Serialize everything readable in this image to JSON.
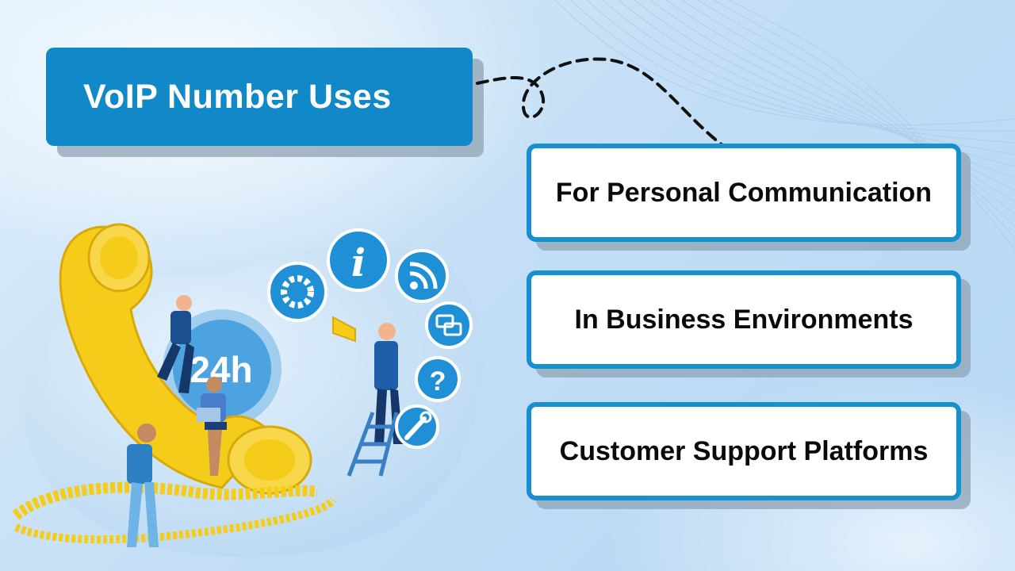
{
  "title": "VoIP Number Uses",
  "uses": [
    "For Personal Communication",
    "In Business Environments",
    "Customer Support Platforms"
  ],
  "illustration": {
    "badge_text": "24h",
    "info_glyph": "i",
    "help_glyph": "?",
    "icons": [
      "gear-icon",
      "info-icon",
      "wifi-icon",
      "chat-icon",
      "question-icon",
      "wrench-icon"
    ]
  },
  "colors": {
    "accent_blue": "#1188c7",
    "card_border": "#1690cf",
    "phone_yellow": "#f5cc1a",
    "text_dark": "#0a0a0a"
  }
}
